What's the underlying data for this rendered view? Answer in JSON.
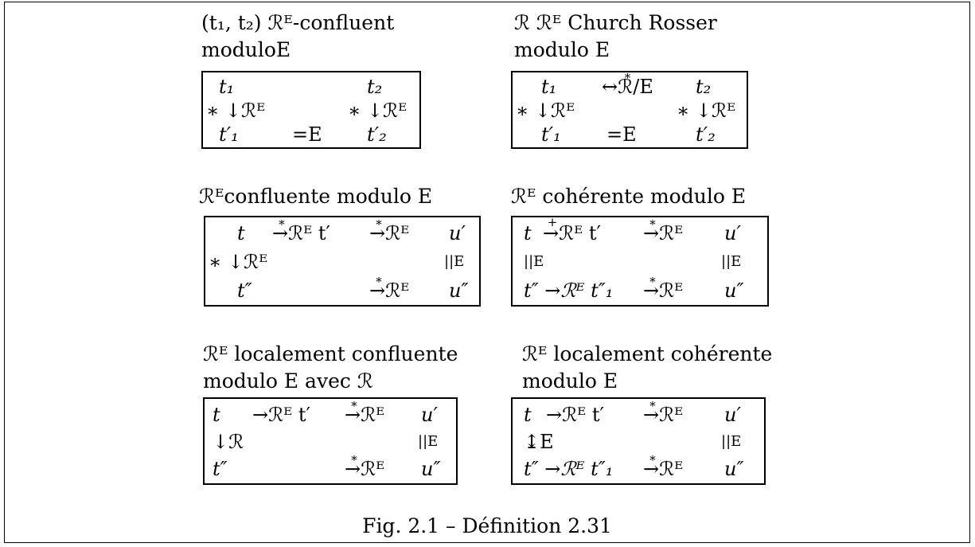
{
  "panels": [
    {
      "caption_line1": "(t₁, t₂) ℛᴱ-confluent",
      "caption_line2": "moduloE",
      "row1_left": "t₁",
      "row1_right": "t₂",
      "row2_left": "∗ ↓ℛᴱ",
      "row2_right": "∗ ↓ℛᴱ",
      "row3_left": "t′₁",
      "row3_mid": "=E",
      "row3_right": "t′₂"
    },
    {
      "caption_line1": "ℛ ℛᴱ Church Rosser",
      "caption_line2": "modulo E",
      "row1_left": "t₁",
      "row1_mid": "↔ℛ/E",
      "row1_right": "t₂",
      "row2_left": "∗ ↓ℛᴱ",
      "row2_right": "∗ ↓ℛᴱ",
      "row3_left": "t′₁",
      "row3_mid": "=E",
      "row3_right": "t′₂"
    },
    {
      "caption_line1": "ℛᴱconfluente modulo E",
      "row1_left": "t",
      "row1_mid1": "→ℛᴱ t′",
      "row1_mid2": "→ℛᴱ",
      "row1_right": "u′",
      "row2_left": "∗ ↓ℛᴱ",
      "row2_right": "||E",
      "row3_left": "t″",
      "row3_mid2": "→ℛᴱ",
      "row3_right": "u″"
    },
    {
      "caption_line1": "ℛᴱ cohérente modulo E",
      "row1_left": "t",
      "row1_mid1": "→ℛᴱ t′",
      "row1_mid2": "→ℛᴱ",
      "row1_right": "u′",
      "row2_left": "||E",
      "row2_right": "||E",
      "row3_left": "t″ →ℛᴱ t″₁",
      "row3_mid2": "→ℛᴱ",
      "row3_right": "u″"
    },
    {
      "caption_line1": "ℛᴱ localement confluente",
      "caption_line2": "modulo E avec ℛ",
      "row1_left": "t",
      "row1_mid1": "→ℛᴱ t′",
      "row1_mid2": "→ℛᴱ",
      "row1_right": "u′",
      "row2_left": "↓ℛ",
      "row2_right": "||E",
      "row3_left": "t″",
      "row3_mid2": "→ℛᴱ",
      "row3_right": "u″"
    },
    {
      "caption_line1": "ℛᴱ localement cohérente",
      "caption_line2": "modulo E",
      "row1_left": "t",
      "row1_mid1": "→ℛᴱ t′",
      "row1_mid2": "→ℛᴱ",
      "row1_right": "u′",
      "row2_left": "↨E",
      "row2_right": "||E",
      "row3_left": "t″ →ℛᴱ t″₁",
      "row3_mid2": "→ℛᴱ",
      "row3_right": "u″"
    }
  ],
  "stars": {
    "star": "∗",
    "plus": "+"
  },
  "figure_caption": "Fig. 2.1 – Définition 2.31"
}
